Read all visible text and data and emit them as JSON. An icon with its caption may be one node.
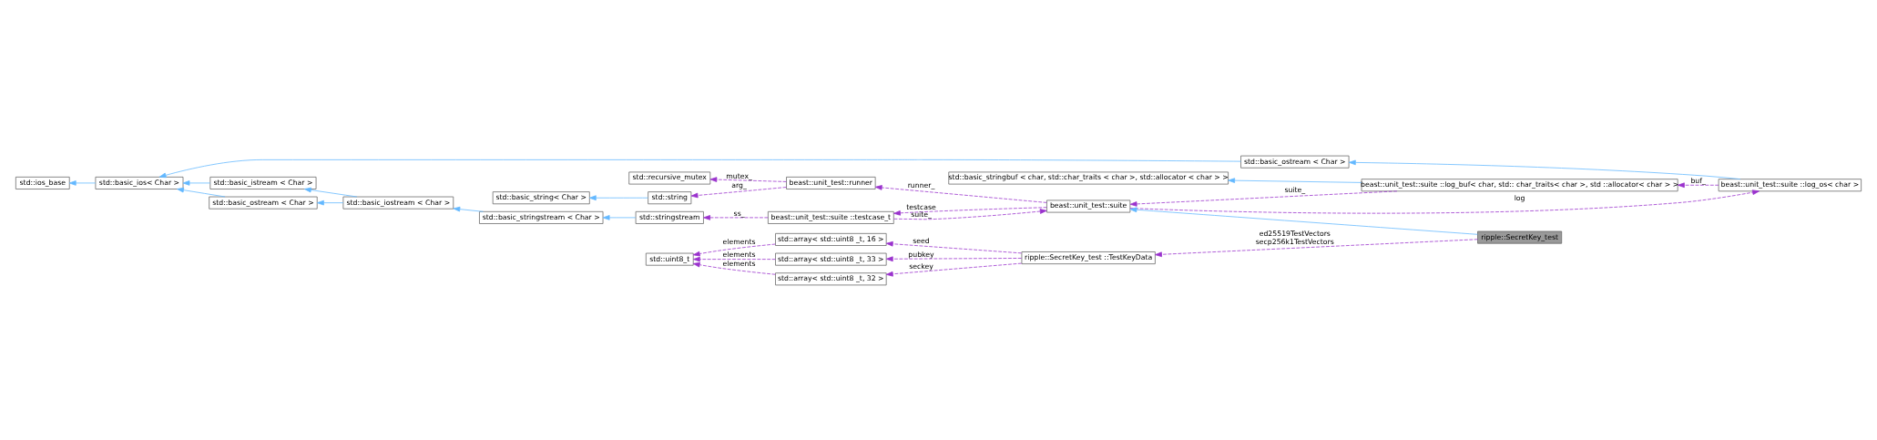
{
  "diagram": {
    "nodes": [
      {
        "text": [
          "std::ios_base"
        ]
      },
      {
        "text": [
          "std::basic_ios< Char >"
        ]
      },
      {
        "text": [
          "std::basic_ostream < Char >"
        ]
      },
      {
        "text": [
          "std::basic_istream < Char >"
        ]
      },
      {
        "text": [
          "std::basic_ostream < Char >"
        ]
      },
      {
        "text": [
          "std::basic_iostream < Char >"
        ]
      },
      {
        "text": [
          "std::basic_stringstream < Char >"
        ]
      },
      {
        "text": [
          "std::stringstream"
        ]
      },
      {
        "text": [
          "std::basic_stringbuf < char, std::char_traits < char >, std::allocator < char > >"
        ]
      },
      {
        "text": [
          "beast::unit_test::suite ::log_buf< char, std:: char_traits< char >, std ::allocator< char > >"
        ]
      },
      {
        "text": [
          "beast::unit_test::suite ::log_os< char >"
        ]
      },
      {
        "text": [
          "std::recursive_mutex"
        ]
      },
      {
        "text": [
          "std::basic_string< Char >"
        ]
      },
      {
        "text": [
          "std::string"
        ]
      },
      {
        "text": [
          "beast::unit_test::runner"
        ]
      },
      {
        "text": [
          "beast::unit_test::suite"
        ]
      },
      {
        "text": [
          "beast::unit_test::suite ::testcase_t"
        ]
      },
      {
        "text": [
          "std::uint8_t"
        ]
      },
      {
        "text": [
          "std::array< std::uint8 _t, 16 >"
        ]
      },
      {
        "text": [
          "std::array< std::uint8 _t, 33 >"
        ]
      },
      {
        "text": [
          "std::array< std::uint8 _t, 32 >"
        ]
      },
      {
        "text": [
          "ripple::SecretKey_test ::TestKeyData"
        ]
      },
      {
        "text": [
          "ripple::SecretKey_test"
        ]
      }
    ],
    "edges": [
      {
        "from": 1,
        "to": 0,
        "arrow": "to",
        "color": "#63b8ff"
      },
      {
        "from": 2,
        "to": 1,
        "arrow": "to",
        "color": "#63b8ff"
      },
      {
        "from": 3,
        "to": 1,
        "arrow": "to",
        "color": "#63b8ff"
      },
      {
        "from": 4,
        "to": 1,
        "arrow": "to",
        "color": "#63b8ff"
      },
      {
        "from": 5,
        "to": 3,
        "arrow": "to",
        "color": "#63b8ff"
      },
      {
        "from": 5,
        "to": 4,
        "arrow": "to",
        "color": "#63b8ff"
      },
      {
        "from": 6,
        "to": 5,
        "arrow": "to",
        "color": "#63b8ff"
      },
      {
        "from": 7,
        "to": 6,
        "arrow": "to",
        "color": "#63b8ff"
      },
      {
        "from": 9,
        "to": 8,
        "arrow": "to",
        "color": "#63b8ff"
      },
      {
        "from": 10,
        "to": 2,
        "arrow": "to",
        "color": "#63b8ff"
      },
      {
        "from": 10,
        "to": 9,
        "arrow": "to",
        "style": "dashed",
        "label": "buf_"
      },
      {
        "from": 16,
        "to": 7,
        "arrow": "to",
        "style": "dashed",
        "label": "ss_"
      },
      {
        "from": 9,
        "to": 15,
        "arrow": "to",
        "style": "dashed",
        "label": "suite_"
      },
      {
        "from": 16,
        "to": 15,
        "arrow": "to",
        "style": "dashed",
        "label": "suite_"
      },
      {
        "from": 15,
        "to": 16,
        "arrow": "to",
        "style": "dashed",
        "label": "testcase"
      },
      {
        "from": 15,
        "to": 10,
        "arrow": "to",
        "style": "dashed",
        "label": "log"
      },
      {
        "from": 14,
        "to": 11,
        "arrow": "to",
        "style": "dashed",
        "label": "mutex_"
      },
      {
        "from": 13,
        "to": 12,
        "arrow": "to",
        "color": "#63b8ff"
      },
      {
        "from": 14,
        "to": 13,
        "arrow": "to",
        "style": "dashed",
        "label": "arg_"
      },
      {
        "from": 15,
        "to": 14,
        "arrow": "to",
        "style": "dashed",
        "label": "runner_"
      },
      {
        "from": 22,
        "to": 15,
        "arrow": "to",
        "color": "#63b8ff"
      },
      {
        "from": 18,
        "to": 17,
        "arrow": "to",
        "style": "dashed",
        "label": "elements"
      },
      {
        "from": 19,
        "to": 17,
        "arrow": "to",
        "style": "dashed",
        "label": "elements"
      },
      {
        "from": 20,
        "to": 17,
        "arrow": "to",
        "style": "dashed",
        "label": "elements"
      },
      {
        "from": 21,
        "to": 18,
        "arrow": "to",
        "style": "dashed",
        "label": "seed"
      },
      {
        "from": 21,
        "to": 19,
        "arrow": "to",
        "style": "dashed",
        "label": "pubkey"
      },
      {
        "from": 21,
        "to": 20,
        "arrow": "to",
        "style": "dashed",
        "label": "seckey"
      },
      {
        "from": 22,
        "to": 21,
        "arrow": "to",
        "style": "dashed",
        "label": "ed25519TestVectors secp256k1TestVectors"
      }
    ]
  }
}
